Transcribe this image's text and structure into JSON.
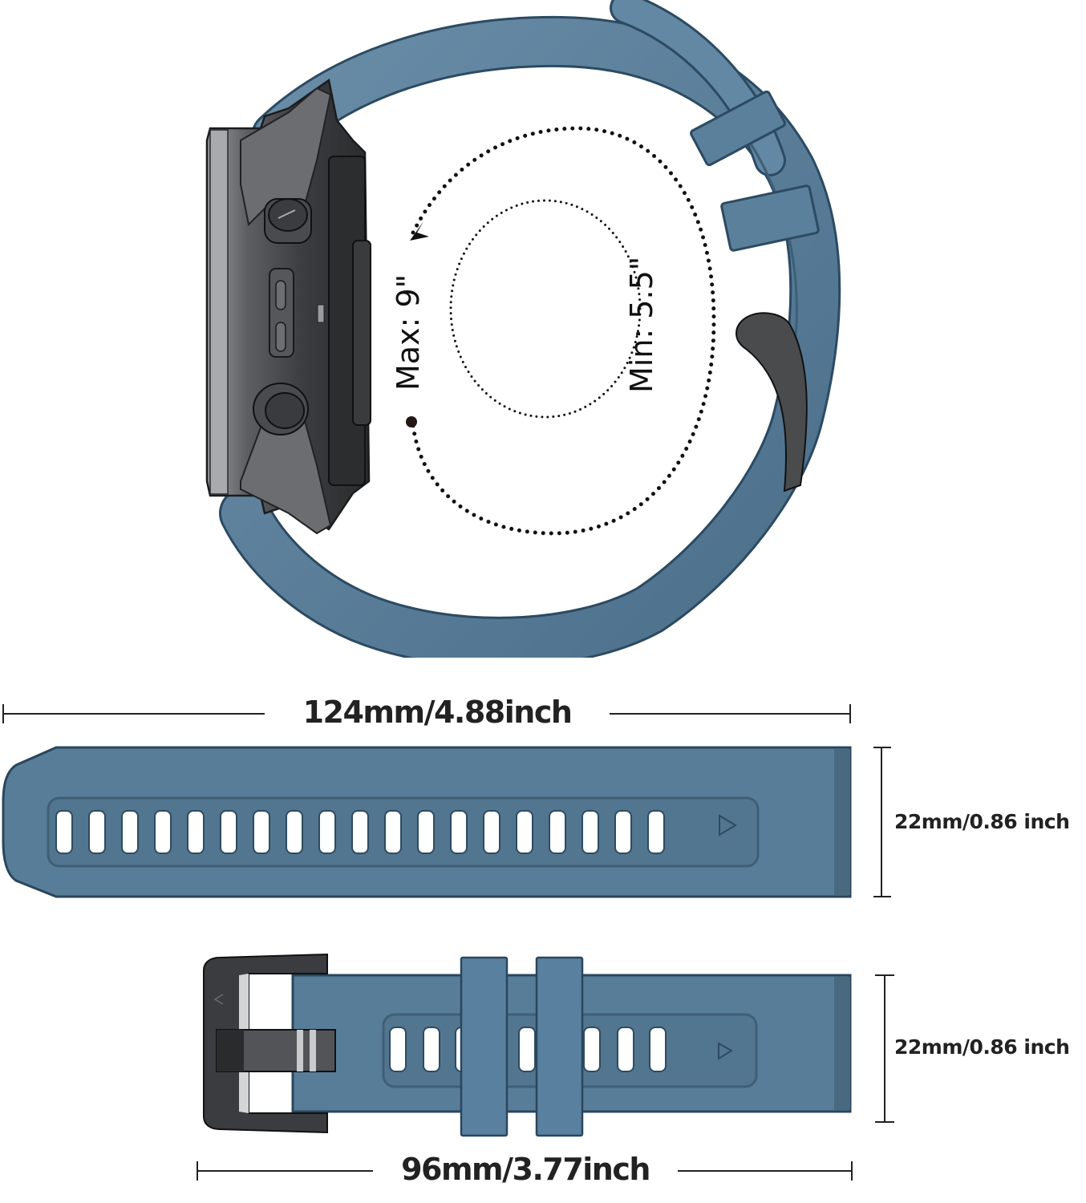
{
  "colors": {
    "strap": "#5a7f99",
    "strap_dark": "#3f6079",
    "strap_edge": "#1f3446",
    "metal_dark": "#3d3f42",
    "metal_light": "#8e9094",
    "dimension_line": "#222222",
    "background": "#ffffff"
  },
  "wrist_diagram": {
    "max_label": "Max: 9\"",
    "min_label": "Min: 5.5\"",
    "icons": [
      "watch-side-icon",
      "dotted-arrow-max-icon",
      "dotted-circle-min-icon",
      "start-dot-icon"
    ]
  },
  "long_strap": {
    "length_label": "124mm/4.88inch",
    "width_label": "22mm/0.86 inch",
    "hole_count": 19,
    "direction_icon": "triangle-right-icon"
  },
  "buckle_strap": {
    "length_label": "96mm/3.77inch",
    "width_label": "22mm/0.86 inch",
    "hole_count": 7,
    "keeper_count": 2,
    "direction_icon": "triangle-right-icon",
    "buckle_icon": "buckle-icon"
  }
}
